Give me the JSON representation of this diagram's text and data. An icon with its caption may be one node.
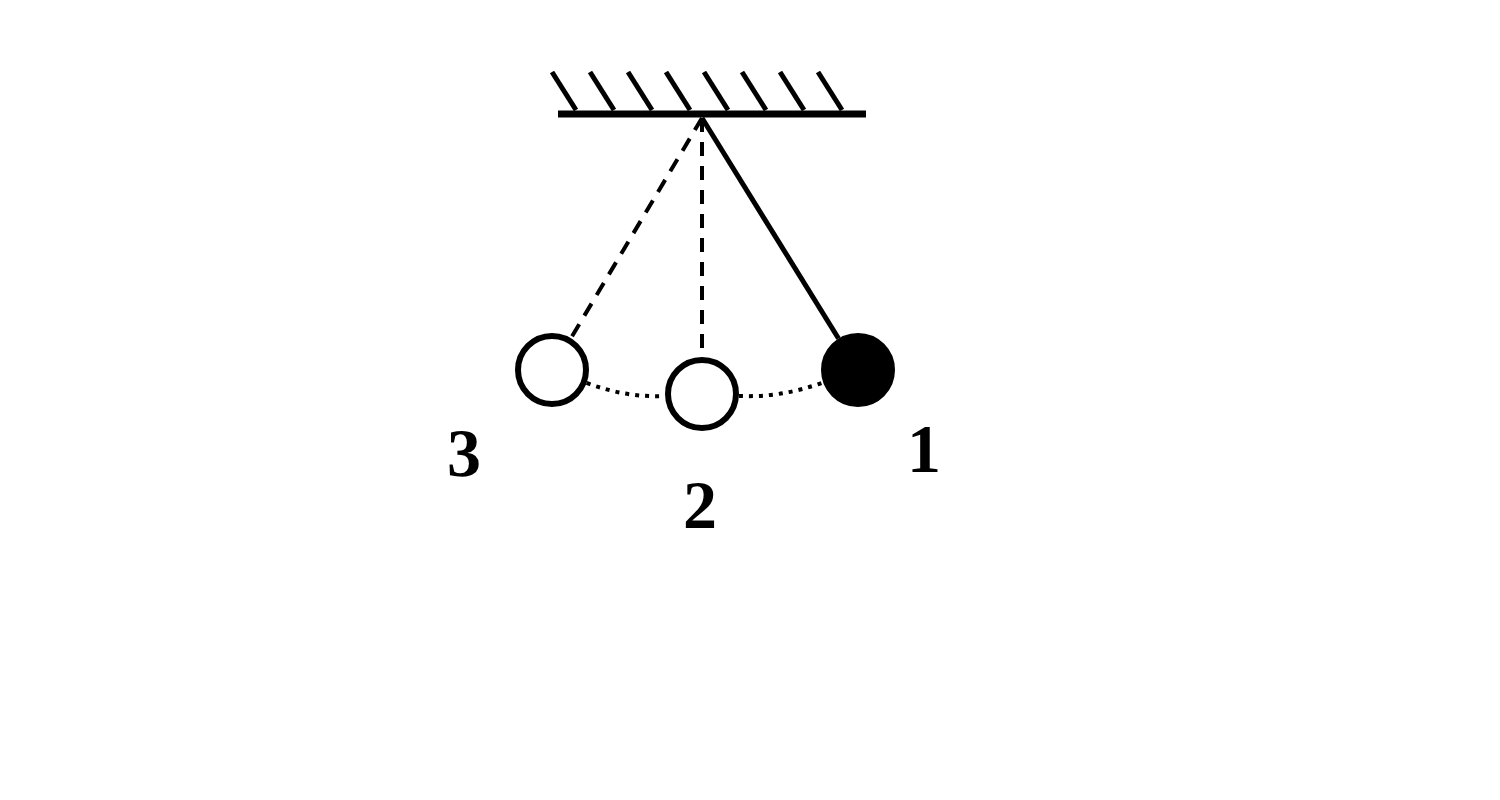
{
  "diagram": {
    "nodes": [
      {
        "text": [],
        "shape": "bar"
      },
      {
        "text": [],
        "shape": "circle"
      },
      {
        "text": [],
        "shape": "circle"
      },
      {
        "text": [],
        "shape": "circle"
      }
    ],
    "edges": [
      {
        "from": 0,
        "to": 1,
        "arrow": "none",
        "style": "dashed"
      },
      {
        "from": 0,
        "to": 2,
        "arrow": "none",
        "style": "dashed"
      },
      {
        "from": 0,
        "to": 3,
        "arrow": "none"
      },
      {
        "from": 1,
        "to": 2,
        "arrow": "none",
        "style": "dashed"
      },
      {
        "from": 2,
        "to": 3,
        "arrow": "none",
        "style": "dashed"
      }
    ],
    "labels": [
      "3",
      "2",
      "1"
    ]
  }
}
